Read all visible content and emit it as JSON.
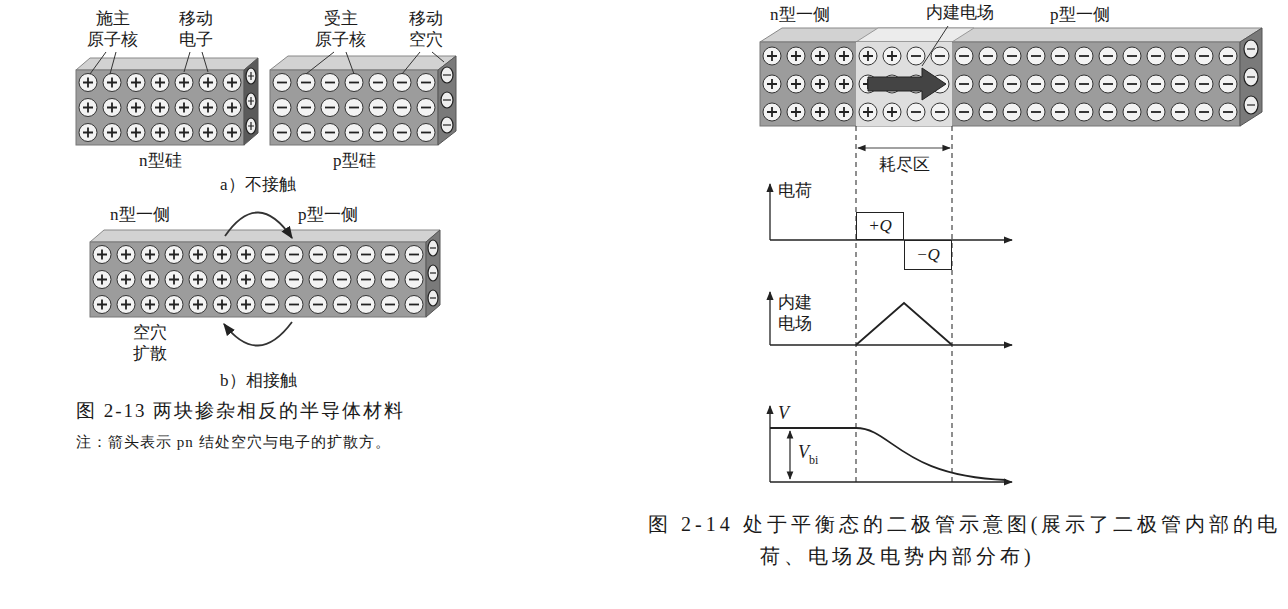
{
  "diagram": {
    "nodes": [
      {
        "text": [
          "+Q"
        ]
      },
      {
        "text": [
          "−Q"
        ]
      }
    ],
    "labels": [
      "施主 原子核",
      "移动 电子",
      "受主 原子核",
      "移动 空穴",
      "n型硅",
      "p型硅",
      "a）不接触",
      "n型一侧",
      "p型一侧",
      "空穴 扩散",
      "b）相接触",
      "图 2-13 两块掺杂相反的半导体材料",
      "注：箭头表示 pn 结处空穴与电子的扩散方。",
      "n型一侧",
      "内建电场",
      "p型一侧",
      "耗尽区",
      "电荷",
      "内建 电场",
      "V",
      "V",
      "bi",
      "图 2-14 处于平衡态的二极管示意图(展示了二极管内部的电荷、电场及电势内部分布)"
    ]
  }
}
